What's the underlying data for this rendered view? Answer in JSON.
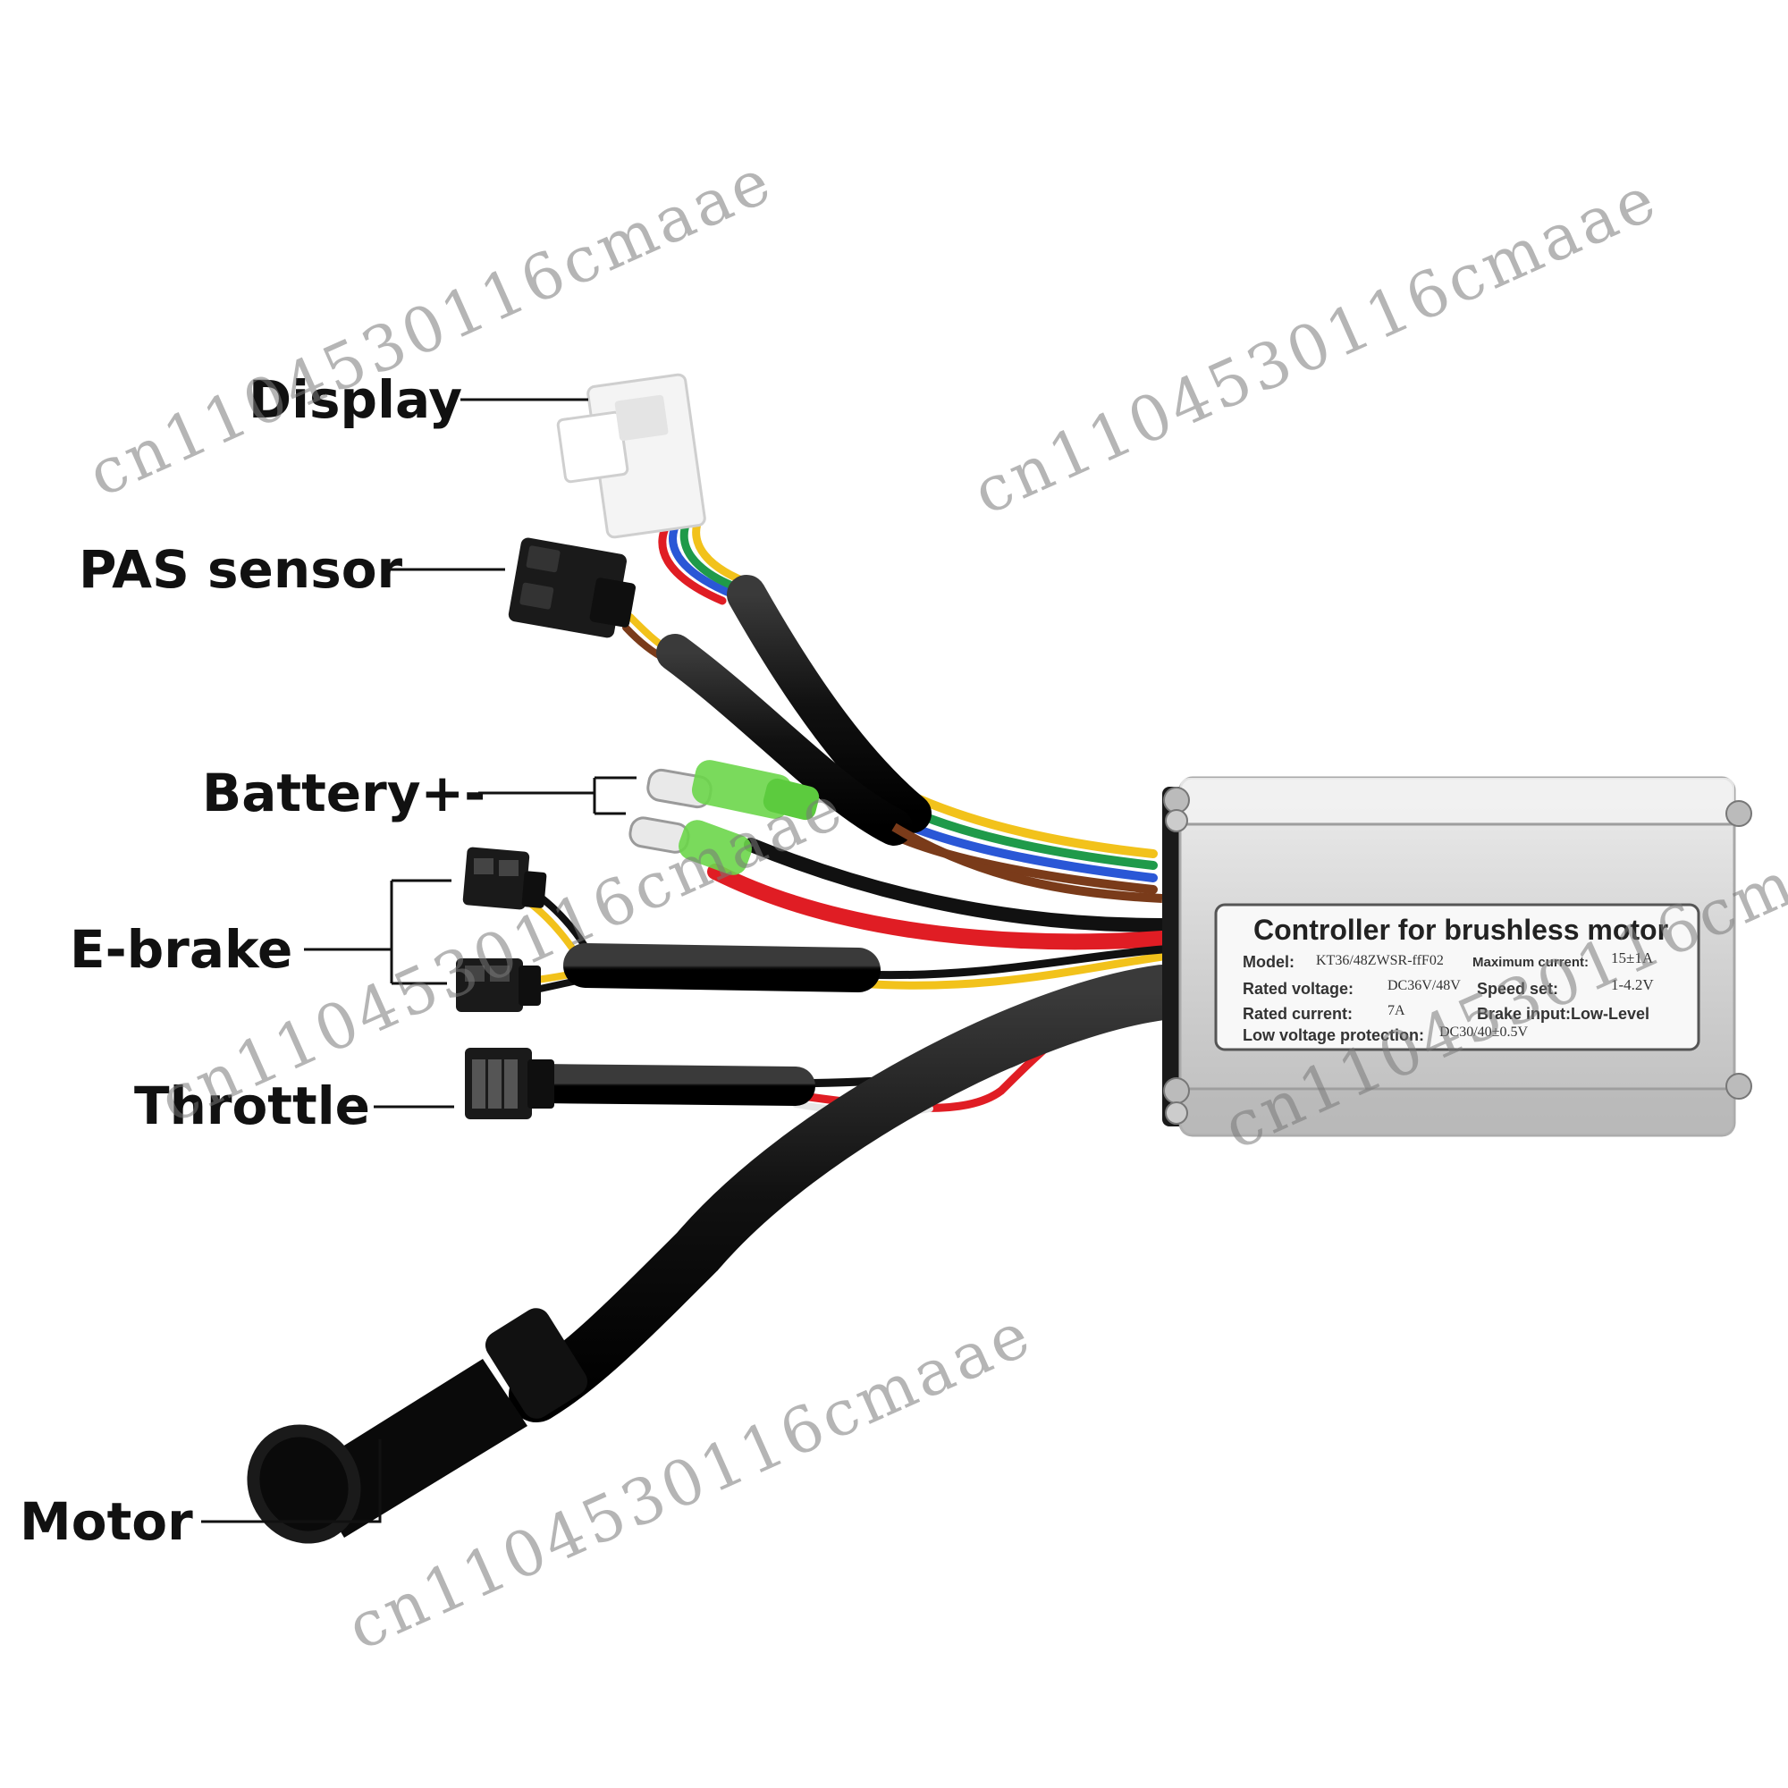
{
  "callouts": {
    "display": "Display",
    "pas_sensor": "PAS sensor",
    "battery": "Battery+-",
    "ebrake": "E-brake",
    "throttle": "Throttle",
    "motor": "Motor"
  },
  "controller_label": {
    "title": "Controller for brushless motor",
    "model_key": "Model:",
    "model_value": "KT36/48ZWSR-ffF02",
    "max_current_key": "Maximum current:",
    "max_current_value": "15±1A",
    "rated_voltage_key": "Rated voltage:",
    "rated_voltage_value": "DC36V/48V",
    "speed_set_key": "Speed set:",
    "speed_set_value": "1-4.2V",
    "rated_current_key": "Rated current:",
    "rated_current_value": "7A",
    "brake_input": "Brake input:Low-Level",
    "low_voltage_key": "Low voltage protection:",
    "low_voltage_value": "DC30/40±0.5V"
  },
  "watermark": "cn1104530116cmaae",
  "colors": {
    "cable": "#141414",
    "housing": "#d6d6d6",
    "connector_white": "#f4f4f4",
    "insulator_green": "#6bd64a",
    "wire_red": "#e01d24",
    "wire_yellow": "#f2c21b",
    "wire_blue": "#2a57d6",
    "wire_green": "#1f9a4a",
    "wire_brown": "#7a3b1a"
  }
}
